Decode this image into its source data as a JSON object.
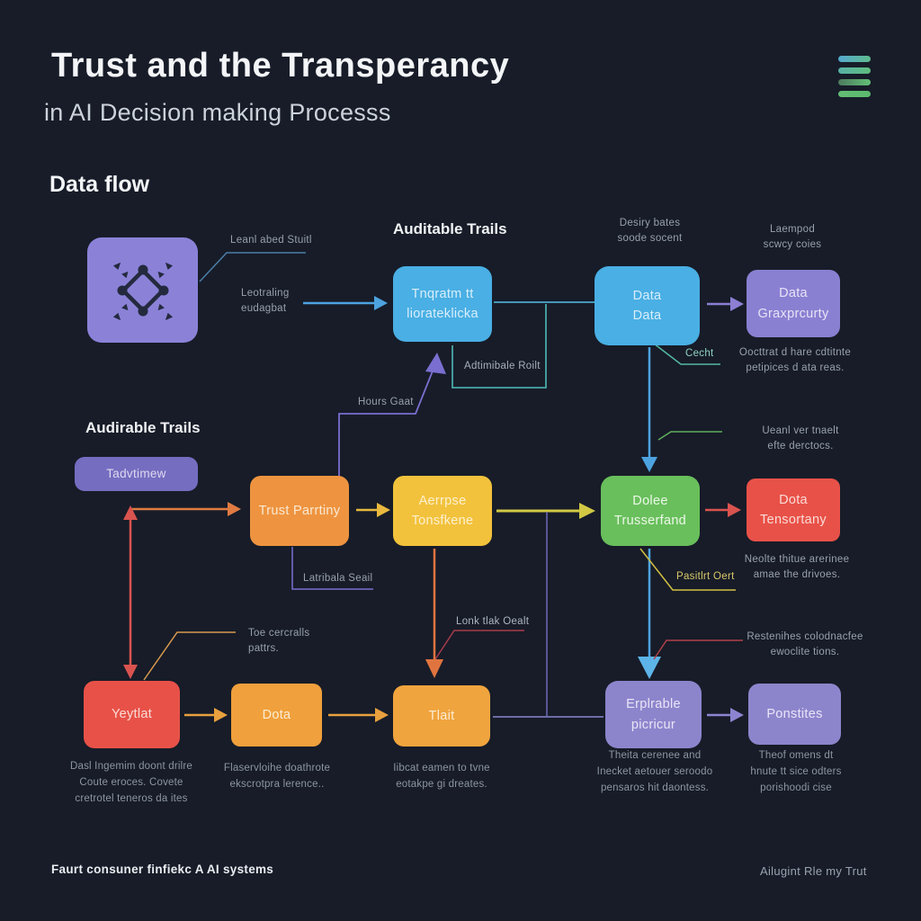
{
  "header": {
    "title": "Trust and the  Transperancy",
    "subtitle": "in AI Decision making Processs"
  },
  "sections": {
    "data_flow": "Data flow",
    "auditable_trails_top": "Auditable Trails",
    "auditable_trails_mid": "Audirable Trails"
  },
  "nodes": {
    "tnqratm": "Tnqratm tt\nliorateklicka",
    "data_data": "Data\nData",
    "data_graxprcurty": "Data\nGraxprcurty",
    "tadvtimew": "Tadvtimew",
    "trust_parrtiny": "Trust Parrtiny",
    "aerrpse": "Aerrpse\nTonsfkene",
    "dolee": "Dolee\nTrusserfand",
    "dota_tensortany": "Dota\nTensortany",
    "yeytlat": "Yeytlat",
    "dota": "Dota",
    "tlait": "Tlait",
    "erplrable": "Erplrable\npicricur",
    "ponstites": "Ponstites"
  },
  "annotations": {
    "leanl": "Leanl abed Stuitl",
    "leotraling": "Leotraling\neudagbat",
    "desiry": "Desiry bates\nsoode socent",
    "laempod": "Laempod\nscwcy coies",
    "adtimibale": "Adtimibale Roilt",
    "cecht": "Cecht",
    "oocttrat": "Oocttrat d hare cdtitnte\npetipices d ata reas.",
    "hours_gaat": "Hours Gaat",
    "ueanl": "Ueanl ver tnaelt\nefte derctocs.",
    "latribala": "Latribala Seail",
    "pasitlrt": "Pasitlrt Oert",
    "neolte": "Neolte thitue arerinee\namae the drivoes.",
    "toe_cercralls": "Toe cercralls\npattrs.",
    "lonk": "Lonk tlak Oealt",
    "restenihes": "Restenihes colodnacfee\newoclite tions."
  },
  "captions": {
    "yeytlat": "Dasl Ingemim doont drilre\nCoute eroces. Covete\ncretrotel teneros da ites",
    "dota": "Flaservloihe doathrote\nekscrotpra lerence..",
    "tlait": "Iibcat eamen to tvne\neotakpe gi dreates.",
    "erplrable": "Theita cerenee and\nInecket aetouer seroodo\npensaros hit daontess.",
    "ponstites": "Theof omens dt\nhnute tt sice odters\nporishoodi cise"
  },
  "footer": {
    "left": "Faurt consuner finfiekc A AI systems",
    "right": "Ailugint Rle my Trut"
  },
  "colors": {
    "background": "#171c28",
    "blue_node": "#49afe4",
    "purple_node": "#8a80d2",
    "orange_node": "#ee9440",
    "yellow_node": "#f2c23c",
    "green_node": "#69bf5c",
    "red_node": "#e85148",
    "label_gray": "#98a1ad",
    "teal_wire": "#49a8a8",
    "blue_wire": "#4da3e0",
    "purple_wire": "#7a6fd0",
    "orange_wire": "#e07b42",
    "red_wire": "#d9534f",
    "yellow_wire": "#d2c844"
  }
}
